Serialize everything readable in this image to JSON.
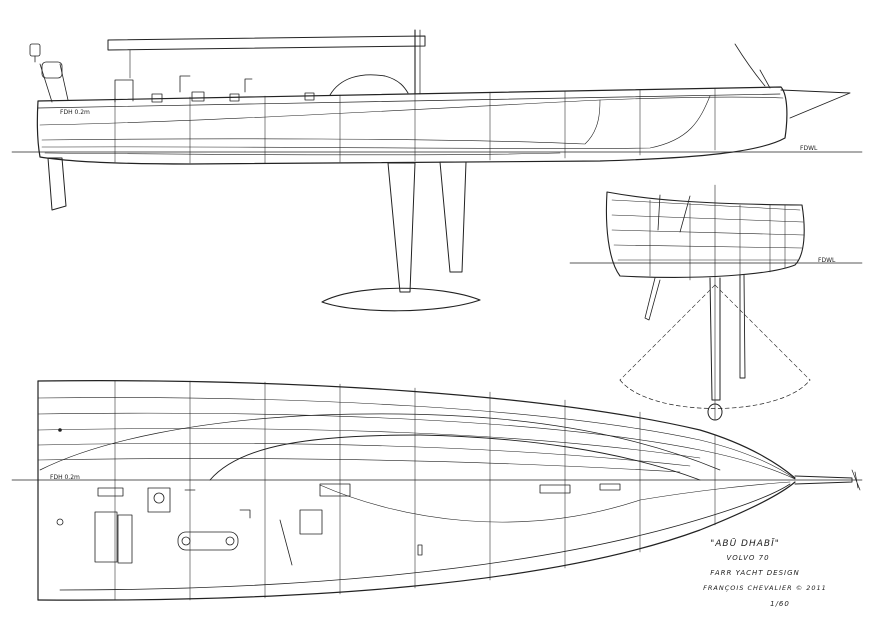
{
  "drawing": {
    "title_block": {
      "boat_name": "\"ABŪ DHABĪ\"",
      "class": "VOLVO 70",
      "designer": "FARR YACHT DESIGN",
      "artist": "FRANÇOIS CHEVALIER © 2011",
      "scale": "1/60"
    },
    "labels": {
      "profile_waterline": "FDWL",
      "profile_datum": "FDH 0.2m",
      "section_waterline": "FDWL",
      "plan_datum": "FDH 0.2m"
    },
    "colors": {
      "ink": "#222222",
      "paper": "#ffffff"
    }
  }
}
